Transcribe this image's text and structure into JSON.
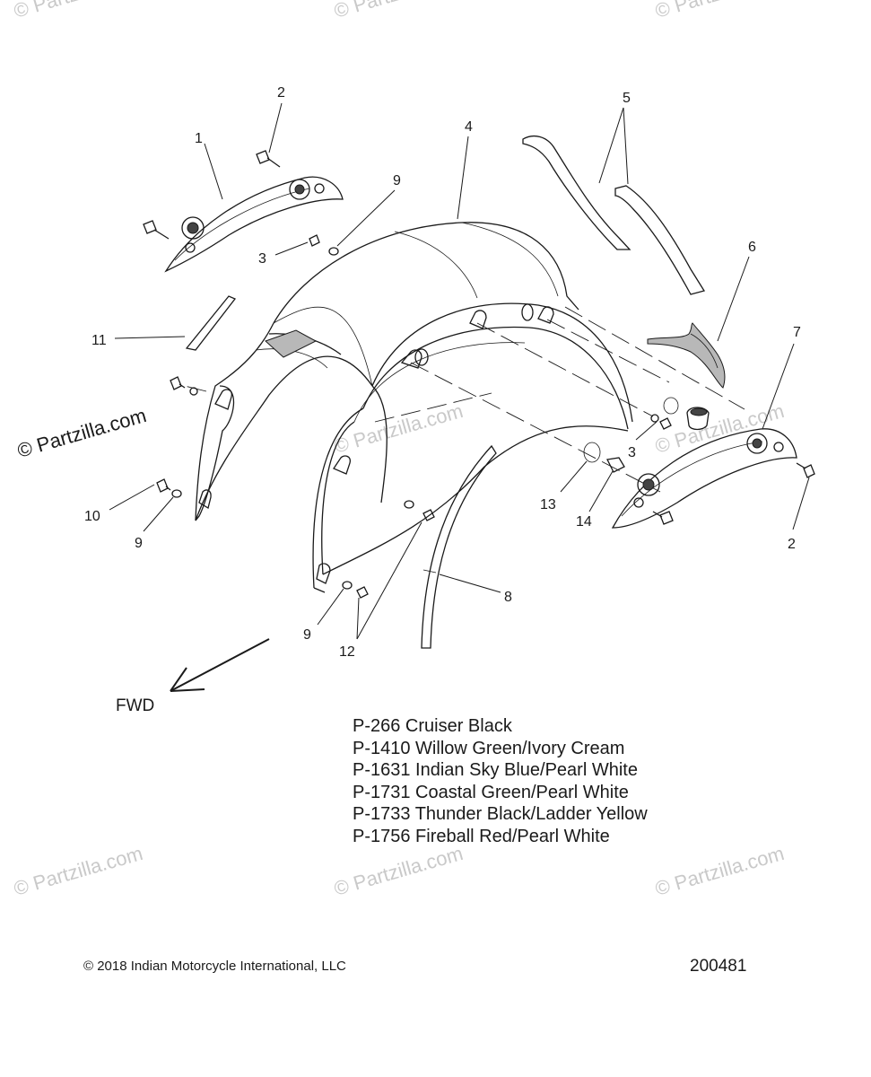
{
  "watermark": {
    "text": "© Partzilla.com"
  },
  "callouts": {
    "c1": "1",
    "c2a": "2",
    "c2b": "2",
    "c3a": "3",
    "c3b": "3",
    "c4": "4",
    "c5": "5",
    "c6": "6",
    "c7": "7",
    "c8": "8",
    "c9a": "9",
    "c9b": "9",
    "c9c": "9",
    "c10": "10",
    "c11": "11",
    "c12": "12",
    "c13": "13",
    "c14": "14"
  },
  "fwd_label": "FWD",
  "legend": [
    "P-266  Cruiser Black",
    "P-1410 Willow Green/Ivory Cream",
    "P-1631 Indian Sky Blue/Pearl White",
    "P-1731 Coastal Green/Pearl White",
    "P-1733 Thunder Black/Ladder Yellow",
    "P-1756 Fireball Red/Pearl White"
  ],
  "copyright": "© 2018 Indian Motorcycle International, LLC",
  "diagram_number": "200481"
}
